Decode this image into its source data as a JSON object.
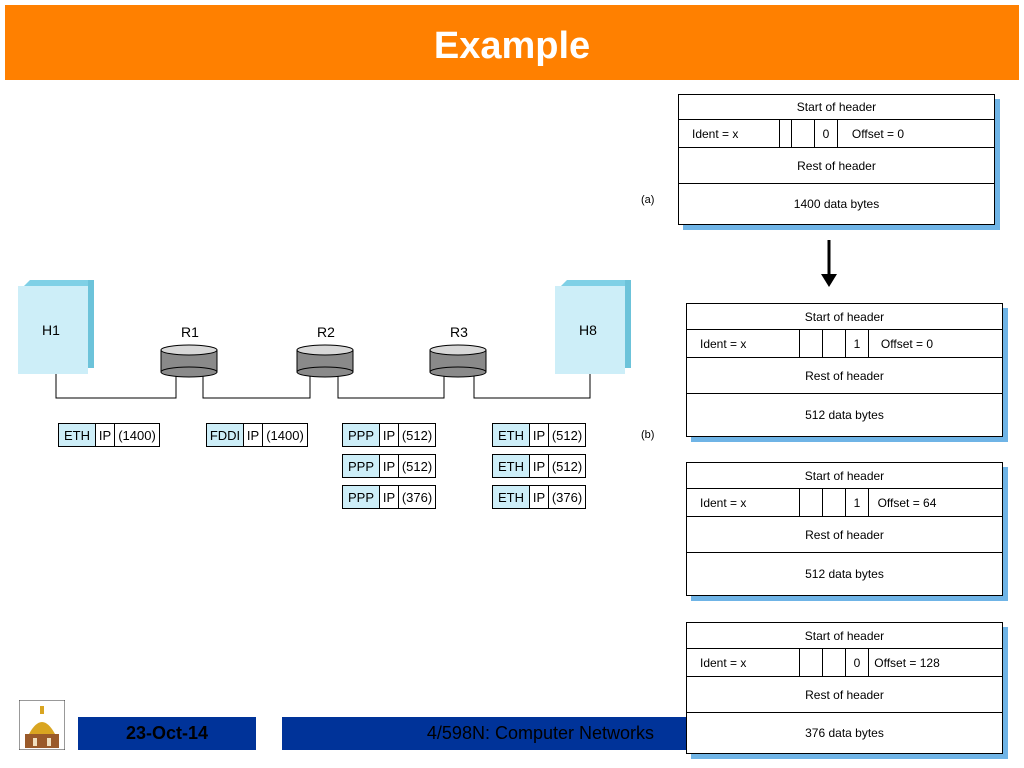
{
  "title": "Example",
  "hosts": [
    {
      "id": "h1",
      "label": "H1"
    },
    {
      "id": "h8",
      "label": "H8"
    }
  ],
  "routers": [
    {
      "id": "r1",
      "label": "R1"
    },
    {
      "id": "r2",
      "label": "R2"
    },
    {
      "id": "r3",
      "label": "R3"
    }
  ],
  "packets": {
    "h1_r1": [
      {
        "l2": "ETH",
        "ip": "IP",
        "size": "(1400)"
      }
    ],
    "r1_r2": [
      {
        "l2": "FDDI",
        "ip": "IP",
        "size": "(1400)"
      }
    ],
    "r2_r3": [
      {
        "l2": "PPP",
        "ip": "IP",
        "size": "(512)"
      },
      {
        "l2": "PPP",
        "ip": "IP",
        "size": "(512)"
      },
      {
        "l2": "PPP",
        "ip": "IP",
        "size": "(376)"
      }
    ],
    "r3_h8": [
      {
        "l2": "ETH",
        "ip": "IP",
        "size": "(512)"
      },
      {
        "l2": "ETH",
        "ip": "IP",
        "size": "(512)"
      },
      {
        "l2": "ETH",
        "ip": "IP",
        "size": "(376)"
      }
    ]
  },
  "labels": {
    "a": "(a)",
    "b": "(b)"
  },
  "original": {
    "start": "Start of header",
    "ident": "Ident = x",
    "mf": "0",
    "offset": "Offset = 0",
    "rest": "Rest of header",
    "data": "1400 data bytes"
  },
  "fragments": [
    {
      "start": "Start of header",
      "ident": "Ident = x",
      "mf": "1",
      "offset": "Offset = 0",
      "rest": "Rest of header",
      "data": "512 data bytes"
    },
    {
      "start": "Start of header",
      "ident": "Ident = x",
      "mf": "1",
      "offset": "Offset = 64",
      "rest": "Rest of header",
      "data": "512 data bytes"
    },
    {
      "start": "Start of header",
      "ident": "Ident = x",
      "mf": "0",
      "offset": "Offset = 128",
      "rest": "Rest of header",
      "data": "376 data bytes"
    }
  ],
  "footer": {
    "date": "23-Oct-14",
    "course": "4/598N: Computer Networks"
  },
  "colors": {
    "banner": "#ff8000",
    "footer": "#003399",
    "l2_fill": "#cdeef8",
    "shadow": "#6fb4e6"
  }
}
